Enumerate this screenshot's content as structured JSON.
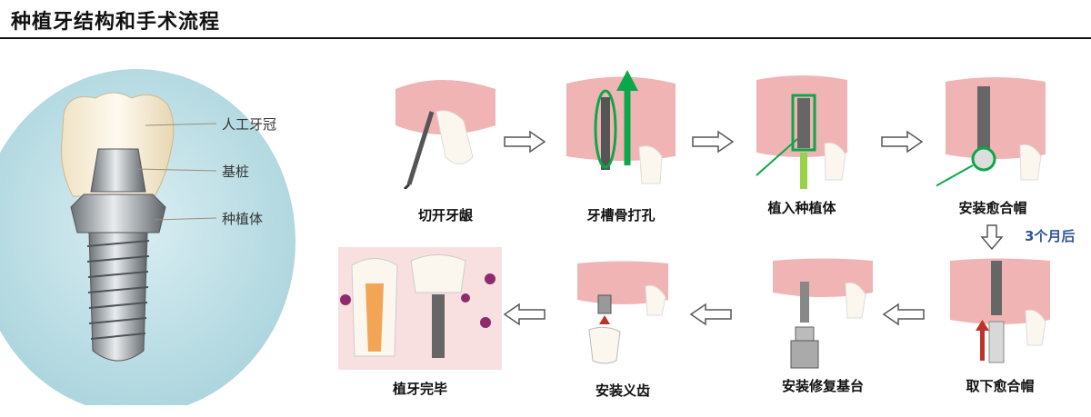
{
  "title": "种植牙结构和手术流程",
  "structure": {
    "labels": [
      "人工牙冠",
      "基桩",
      "种植体"
    ]
  },
  "steps": [
    {
      "label": "切开牙龈"
    },
    {
      "label": "牙槽骨打孔"
    },
    {
      "label": "植入种植体"
    },
    {
      "label": "安装愈合帽"
    },
    {
      "label": "取下愈合帽"
    },
    {
      "label": "安装修复基台"
    },
    {
      "label": "安装义齿"
    },
    {
      "label": "植牙完毕"
    }
  ],
  "wait_label": "3个月后",
  "colors": {
    "gum": "#e8a8a8",
    "bone_bg": "#f5dede",
    "green_marker": "#0aa84a",
    "wait_text": "#2f5597",
    "red_arrow": "#c0312b"
  }
}
